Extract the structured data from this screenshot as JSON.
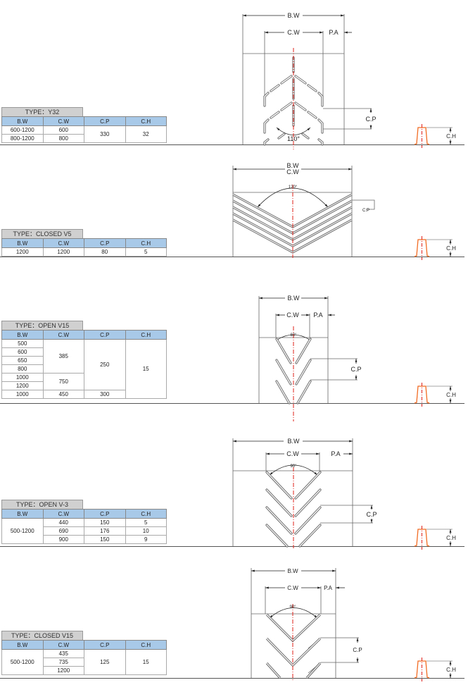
{
  "labels": {
    "bw": "B.W",
    "cw": "C.W",
    "pa": "P.A",
    "cp": "C.P",
    "ch": "C.H"
  },
  "headers": [
    "B.W",
    "C.W",
    "C.P",
    "C.H"
  ],
  "sections": [
    {
      "type": "TYPE：Y32",
      "angle": "110°",
      "rows": [
        [
          "600-1200",
          "600"
        ],
        [
          "800-1200",
          "800"
        ]
      ],
      "cp": "330",
      "ch": "32"
    },
    {
      "type": "TYPE：CLOSED V5",
      "angle": "120°",
      "rows": [
        [
          "1200",
          "1200",
          "80",
          "5"
        ]
      ]
    },
    {
      "type": "TYPE：OPEN V15",
      "angle": "60°",
      "bw": [
        "500",
        "600",
        "650",
        "800",
        "1000",
        "1200",
        "1000"
      ],
      "cw": [
        "385",
        "750",
        "450"
      ],
      "cp": [
        "250",
        "300"
      ],
      "ch": "15"
    },
    {
      "type": "TYPE：OPEN V-3",
      "angle": "90°",
      "bw": "500-1200",
      "rows": [
        [
          "440",
          "150",
          "5"
        ],
        [
          "690",
          "176",
          "10"
        ],
        [
          "900",
          "150",
          "9"
        ]
      ]
    },
    {
      "type": "TYPE：CLOSED V15",
      "angle": "90°",
      "bw": "500-1200",
      "cw": [
        "435",
        "735",
        "1200"
      ],
      "cp": "125",
      "ch": "15"
    }
  ],
  "colors": {
    "centerline": "#e0201a",
    "profile": "#f26b22",
    "header": "#a9c9e8",
    "title": "#d0d0d0"
  }
}
